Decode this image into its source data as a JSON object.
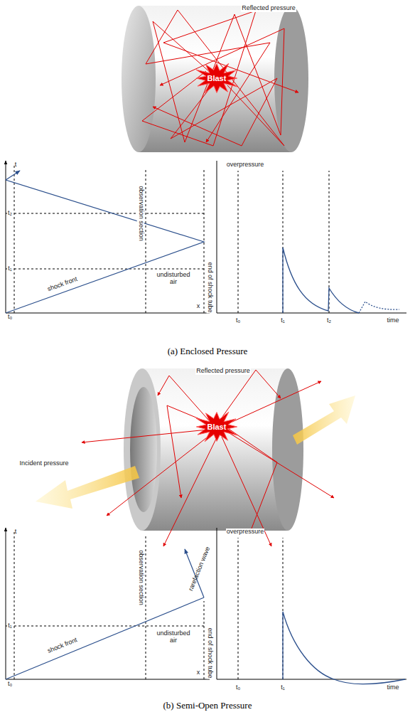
{
  "diagram": {
    "labels": [
      "Reflected pressure",
      "Blast",
      "t",
      "t₂",
      "t₁",
      "t₀",
      "observation section",
      "shock front",
      "undisturbed air",
      "end of shock tube",
      "x",
      "overpressure",
      "t₀",
      "t₁",
      "t₂",
      "time",
      "(a) Enclosed Pressure",
      "Reflected pressure",
      "Blast",
      "Incident pressure",
      "t",
      "t₁",
      "t₀",
      "observation section",
      "rarefaction wave",
      "shock front",
      "undisturbed air",
      "end of shock tube",
      "x",
      "overpressure",
      "t₀",
      "t₁",
      "time",
      "(b) Semi-Open Pressure"
    ]
  }
}
